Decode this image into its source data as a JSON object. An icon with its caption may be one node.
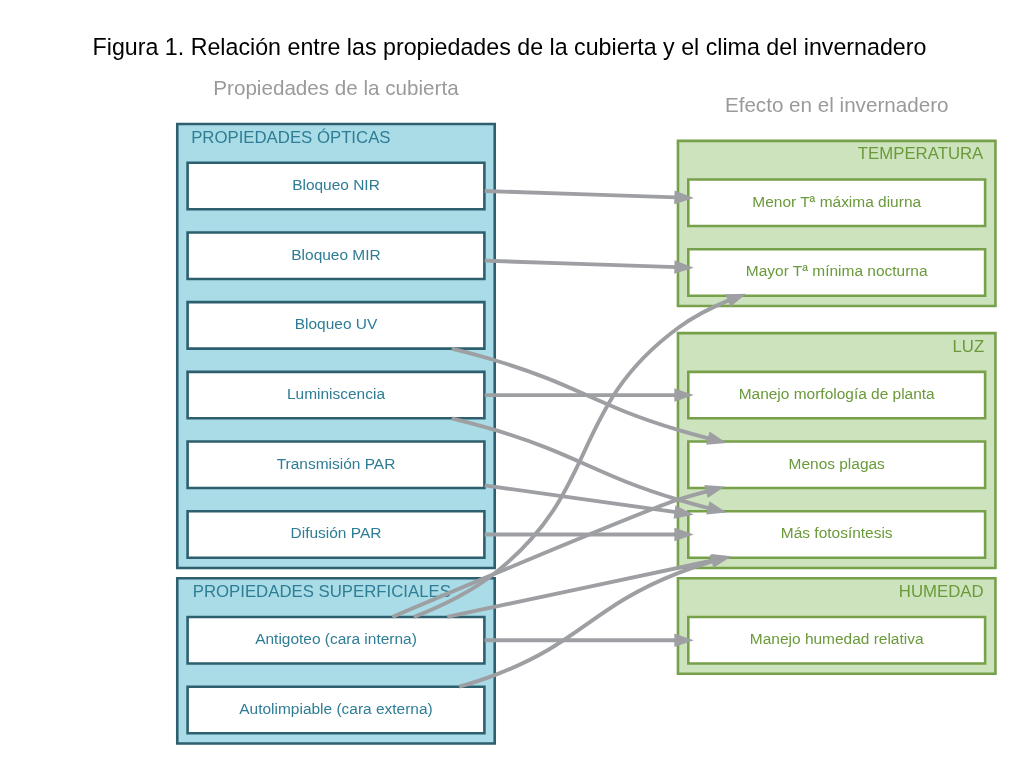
{
  "diagram": {
    "title": "Figura 1. Relación entre las propiedades de la cubierta y el clima del invernadero",
    "nodes": [
      {
        "text": [
          "PROPIEDADES ÓPTICAS"
        ]
      },
      {
        "text": [
          "Transmisión PAR"
        ],
        "in": 0
      },
      {
        "text": [
          "Difusión PAR"
        ],
        "in": 0
      },
      {
        "text": [
          "Bloqueo UV"
        ],
        "in": 0
      },
      {
        "text": [
          "Luminiscencia"
        ],
        "in": 0
      },
      {
        "text": [
          "Bloqueo NIR"
        ],
        "in": 0
      },
      {
        "text": [
          "Bloqueo MIR"
        ],
        "in": 0
      },
      {
        "text": [
          "PROPIEDADES SUPERFICIALES"
        ]
      },
      {
        "text": [
          "Antigoteo (cara interna)"
        ],
        "in": 7
      },
      {
        "text": [
          "Autolimpiable (cara externa)"
        ],
        "in": 7
      },
      {
        "text": [
          "LUZ"
        ]
      },
      {
        "text": [
          "Más fotosíntesis"
        ],
        "in": 10
      },
      {
        "text": [
          "Menos plagas"
        ],
        "in": 10
      },
      {
        "text": [
          "Manejo morfología de planta"
        ],
        "in": 10
      },
      {
        "text": [
          "TEMPERATURA"
        ]
      },
      {
        "text": [
          "Menor Tª máxima diurna"
        ],
        "in": 14
      },
      {
        "text": [
          "Mayor Tª mínima nocturna"
        ],
        "in": 14
      },
      {
        "text": [
          "HUMEDAD"
        ]
      },
      {
        "text": [
          "Manejo humedad relativa"
        ],
        "in": 17
      }
    ],
    "edges": [
      {
        "from": 1,
        "to": 11,
        "arrow": "to"
      },
      {
        "from": 2,
        "to": 11,
        "arrow": "to"
      },
      {
        "from": 3,
        "to": 12,
        "arrow": "to"
      },
      {
        "from": 4,
        "to": 11,
        "arrow": "to"
      },
      {
        "from": 4,
        "to": 13,
        "arrow": "to"
      },
      {
        "from": 5,
        "to": 15,
        "arrow": "to"
      },
      {
        "from": 6,
        "to": 16,
        "arrow": "to"
      },
      {
        "from": 8,
        "to": 11,
        "arrow": "to"
      },
      {
        "from": 8,
        "to": 12,
        "arrow": "to"
      },
      {
        "from": 8,
        "to": 16,
        "arrow": "to"
      },
      {
        "from": 8,
        "to": 18,
        "arrow": "to"
      },
      {
        "from": 9,
        "to": 11,
        "arrow": "to"
      }
    ],
    "labels": [
      "Propiedades de la cubierta",
      "Efecto en el invernadero"
    ]
  }
}
